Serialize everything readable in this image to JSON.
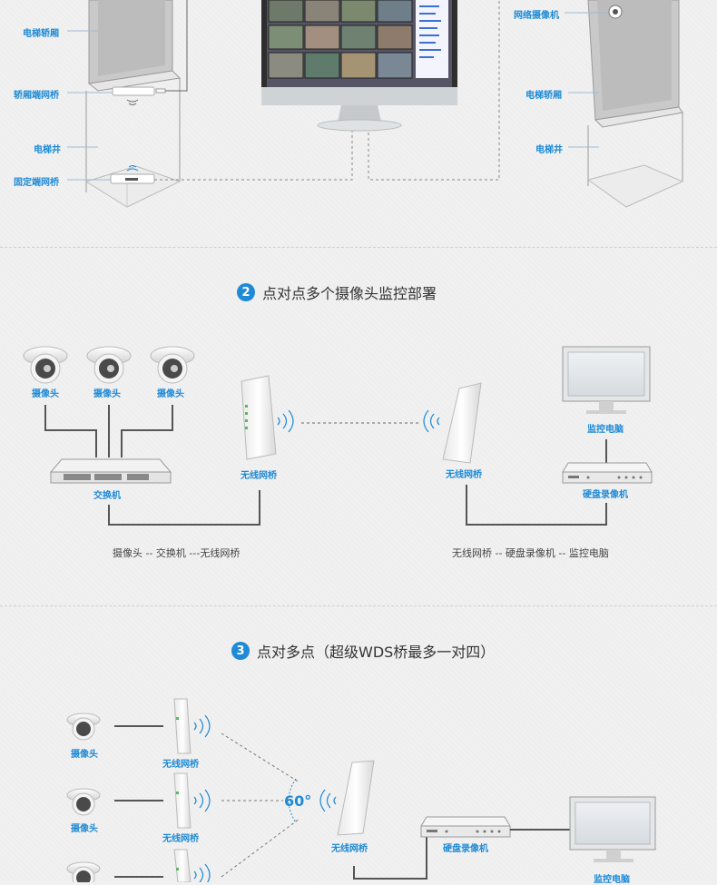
{
  "section1": {
    "left_labels": {
      "car": "电梯轿厢",
      "car_bridge": "轿厢端网桥",
      "shaft": "电梯井",
      "fixed_bridge": "固定端网桥"
    },
    "right_labels": {
      "camera": "网络摄像机",
      "car": "电梯轿厢",
      "shaft": "电梯井"
    }
  },
  "section2": {
    "number": "2",
    "title": "点对点多个摄像头监控部署",
    "cameras": [
      "摄像头",
      "摄像头",
      "摄像头"
    ],
    "switch": "交换机",
    "bridge_left": "无线网桥",
    "bridge_right": "无线网桥",
    "pc": "监控电脑",
    "nvr": "硬盘录像机",
    "caption_left": "摄像头 -- 交换机 ---无线网桥",
    "caption_right": "无线网桥 -- 硬盘录像机 -- 监控电脑"
  },
  "section3": {
    "number": "3",
    "title": "点对多点（超级WDS桥最多一对四）",
    "cameras": [
      "摄像头",
      "摄像头"
    ],
    "bridges": [
      "无线网桥",
      "无线网桥"
    ],
    "angle": "60°",
    "bridge_center": "无线网桥",
    "nvr": "硬盘录像机",
    "pc": "监控电脑"
  },
  "colors": {
    "accent": "#1f8ad6",
    "line": "#555555",
    "dash": "#888888"
  }
}
